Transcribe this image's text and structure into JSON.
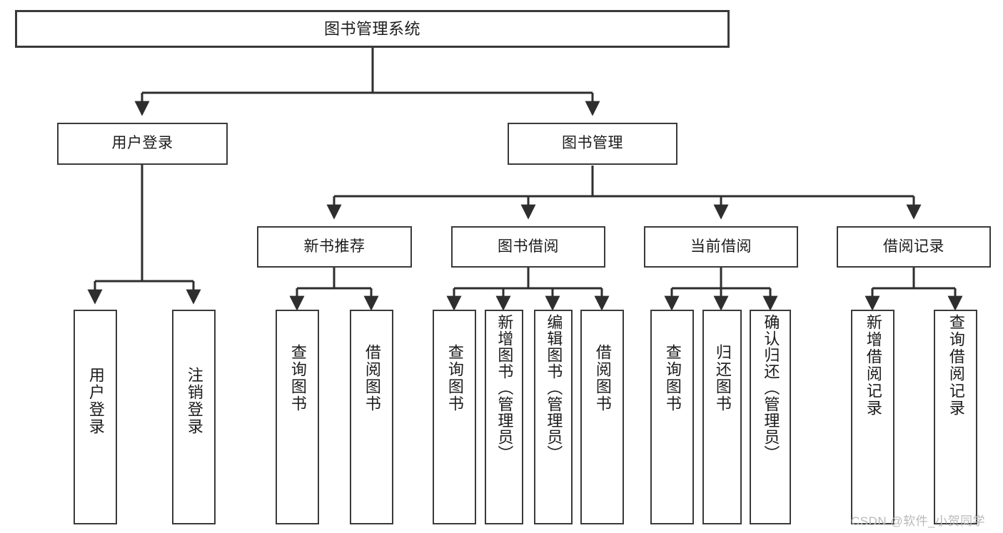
{
  "diagram": {
    "title": "图书管理系统",
    "type": "tree-hierarchy",
    "watermark": "CSDN @软件_小贺同学",
    "colors": {
      "border": "#3a3a3a",
      "background": "#ffffff",
      "text": "#1b1b1b",
      "connector": "#2e2e2e",
      "watermark": "#b9b9b9"
    },
    "root": {
      "label": "图书管理系统"
    },
    "level2": [
      {
        "id": "user-login",
        "label": "用户登录"
      },
      {
        "id": "book-management",
        "label": "图书管理"
      }
    ],
    "level3": [
      {
        "id": "new-book-recommend",
        "label": "新书推荐",
        "parent": "book-management"
      },
      {
        "id": "book-borrow",
        "label": "图书借阅",
        "parent": "book-management"
      },
      {
        "id": "current-borrow",
        "label": "当前借阅",
        "parent": "book-management"
      },
      {
        "id": "borrow-record",
        "label": "借阅记录",
        "parent": "book-management"
      }
    ],
    "leaves": [
      {
        "id": "leaf-user-login",
        "label": "用户登录",
        "parent": "user-login"
      },
      {
        "id": "leaf-logout",
        "label": "注销登录",
        "parent": "user-login"
      },
      {
        "id": "leaf-query-books-1",
        "label": "查询图书",
        "parent": "new-book-recommend"
      },
      {
        "id": "leaf-borrow-books-1",
        "label": "借阅图书",
        "parent": "new-book-recommend"
      },
      {
        "id": "leaf-query-books-2",
        "label": "查询图书",
        "parent": "book-borrow"
      },
      {
        "id": "leaf-add-book",
        "label": "新增图书（管理员）",
        "parent": "book-borrow"
      },
      {
        "id": "leaf-edit-book",
        "label": "编辑图书（管理员）",
        "parent": "book-borrow"
      },
      {
        "id": "leaf-borrow-books-2",
        "label": "借阅图书",
        "parent": "book-borrow"
      },
      {
        "id": "leaf-query-books-3",
        "label": "查询图书",
        "parent": "current-borrow"
      },
      {
        "id": "leaf-return-book",
        "label": "归还图书",
        "parent": "current-borrow"
      },
      {
        "id": "leaf-confirm-return",
        "label": "确认归还（管理员）",
        "parent": "current-borrow"
      },
      {
        "id": "leaf-add-record",
        "label": "新增借阅记录",
        "parent": "borrow-record"
      },
      {
        "id": "leaf-query-record",
        "label": "查询借阅记录",
        "parent": "borrow-record"
      }
    ]
  }
}
